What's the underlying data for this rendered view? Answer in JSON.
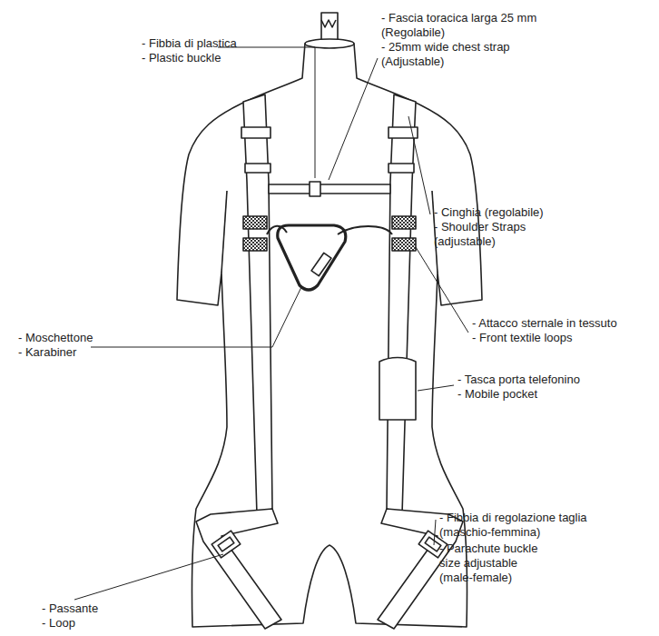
{
  "diagram": {
    "labels": [
      "- Fibbia di plastica",
      "- Plastic buckle",
      "- Fascia toracica larga 25 mm (Regolabile)",
      "- 25mm wide chest strap (Adjustable)",
      "- Cinghia (regolabile)",
      "- Shoulder Straps (adjustable)",
      "- Moschettone",
      "- Karabiner",
      "- Attacco sternale in tessuto",
      "- Front textile loops",
      "- Tasca porta telefonino",
      "- Mobile pocket",
      "- Passante",
      "- Loop",
      "- Fibbia di regolazione taglia (maschio-femmina)",
      "- Parachute buckle size adjustable (male-female)"
    ]
  }
}
